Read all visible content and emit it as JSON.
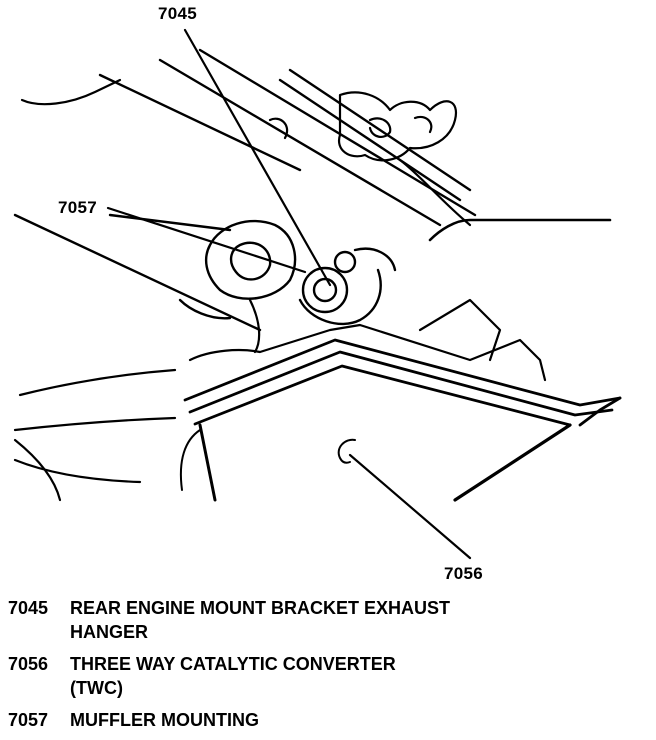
{
  "callouts": {
    "c7045": "7045",
    "c7057": "7057",
    "c7056": "7056"
  },
  "legend": [
    {
      "number": "7045",
      "text": "REAR ENGINE MOUNT BRACKET EXHAUST HANGER"
    },
    {
      "number": "7056",
      "text": "THREE WAY CATALYTIC CONVERTER (TWC)"
    },
    {
      "number": "7057",
      "text": "MUFFLER MOUNTING"
    }
  ]
}
